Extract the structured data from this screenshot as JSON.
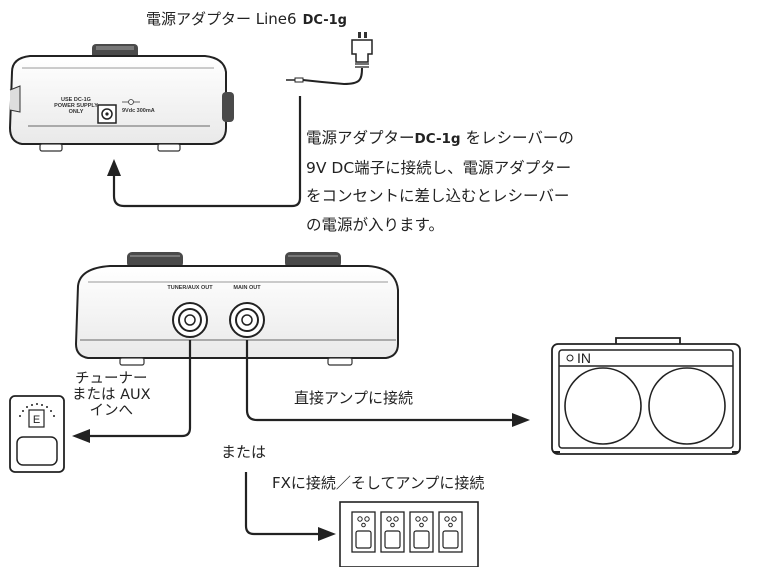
{
  "top_title": {
    "text": "電源アダプター Line6",
    "model": "DC-1g"
  },
  "instructions": {
    "line1_pre": "電源アダプター",
    "line1_model": "DC-1g",
    "line1_post": " をレシーバーの",
    "line2": "9V DC端子に接続し、電源アダプター",
    "line3": "をコンセントに差し込むとレシーバー",
    "line4": "の電源が入ります。"
  },
  "receiver_top": {
    "label_line1": "USE DC-1G",
    "label_line2": "POWER SUPPLY",
    "label_line3": "ONLY",
    "power_spec": "9Vdc 300mA"
  },
  "receiver_bottom": {
    "jack1_label": "TUNER/AUX OUT",
    "jack2_label": "MAIN OUT"
  },
  "tuner_label": {
    "line1": "チューナー",
    "line2": "または AUX",
    "line3": "インへ"
  },
  "tuner_display": "E",
  "direct_label": "直接アンプに接続",
  "or_label": "または",
  "fx_label": "FXに接続／そしてアンプに接続",
  "amp_input": "IN",
  "icons": {
    "adapter": "power-adapter-icon",
    "tuner": "tuner-pedal-icon",
    "amp": "guitar-amplifier-icon",
    "fx": "effects-pedalboard-icon"
  }
}
